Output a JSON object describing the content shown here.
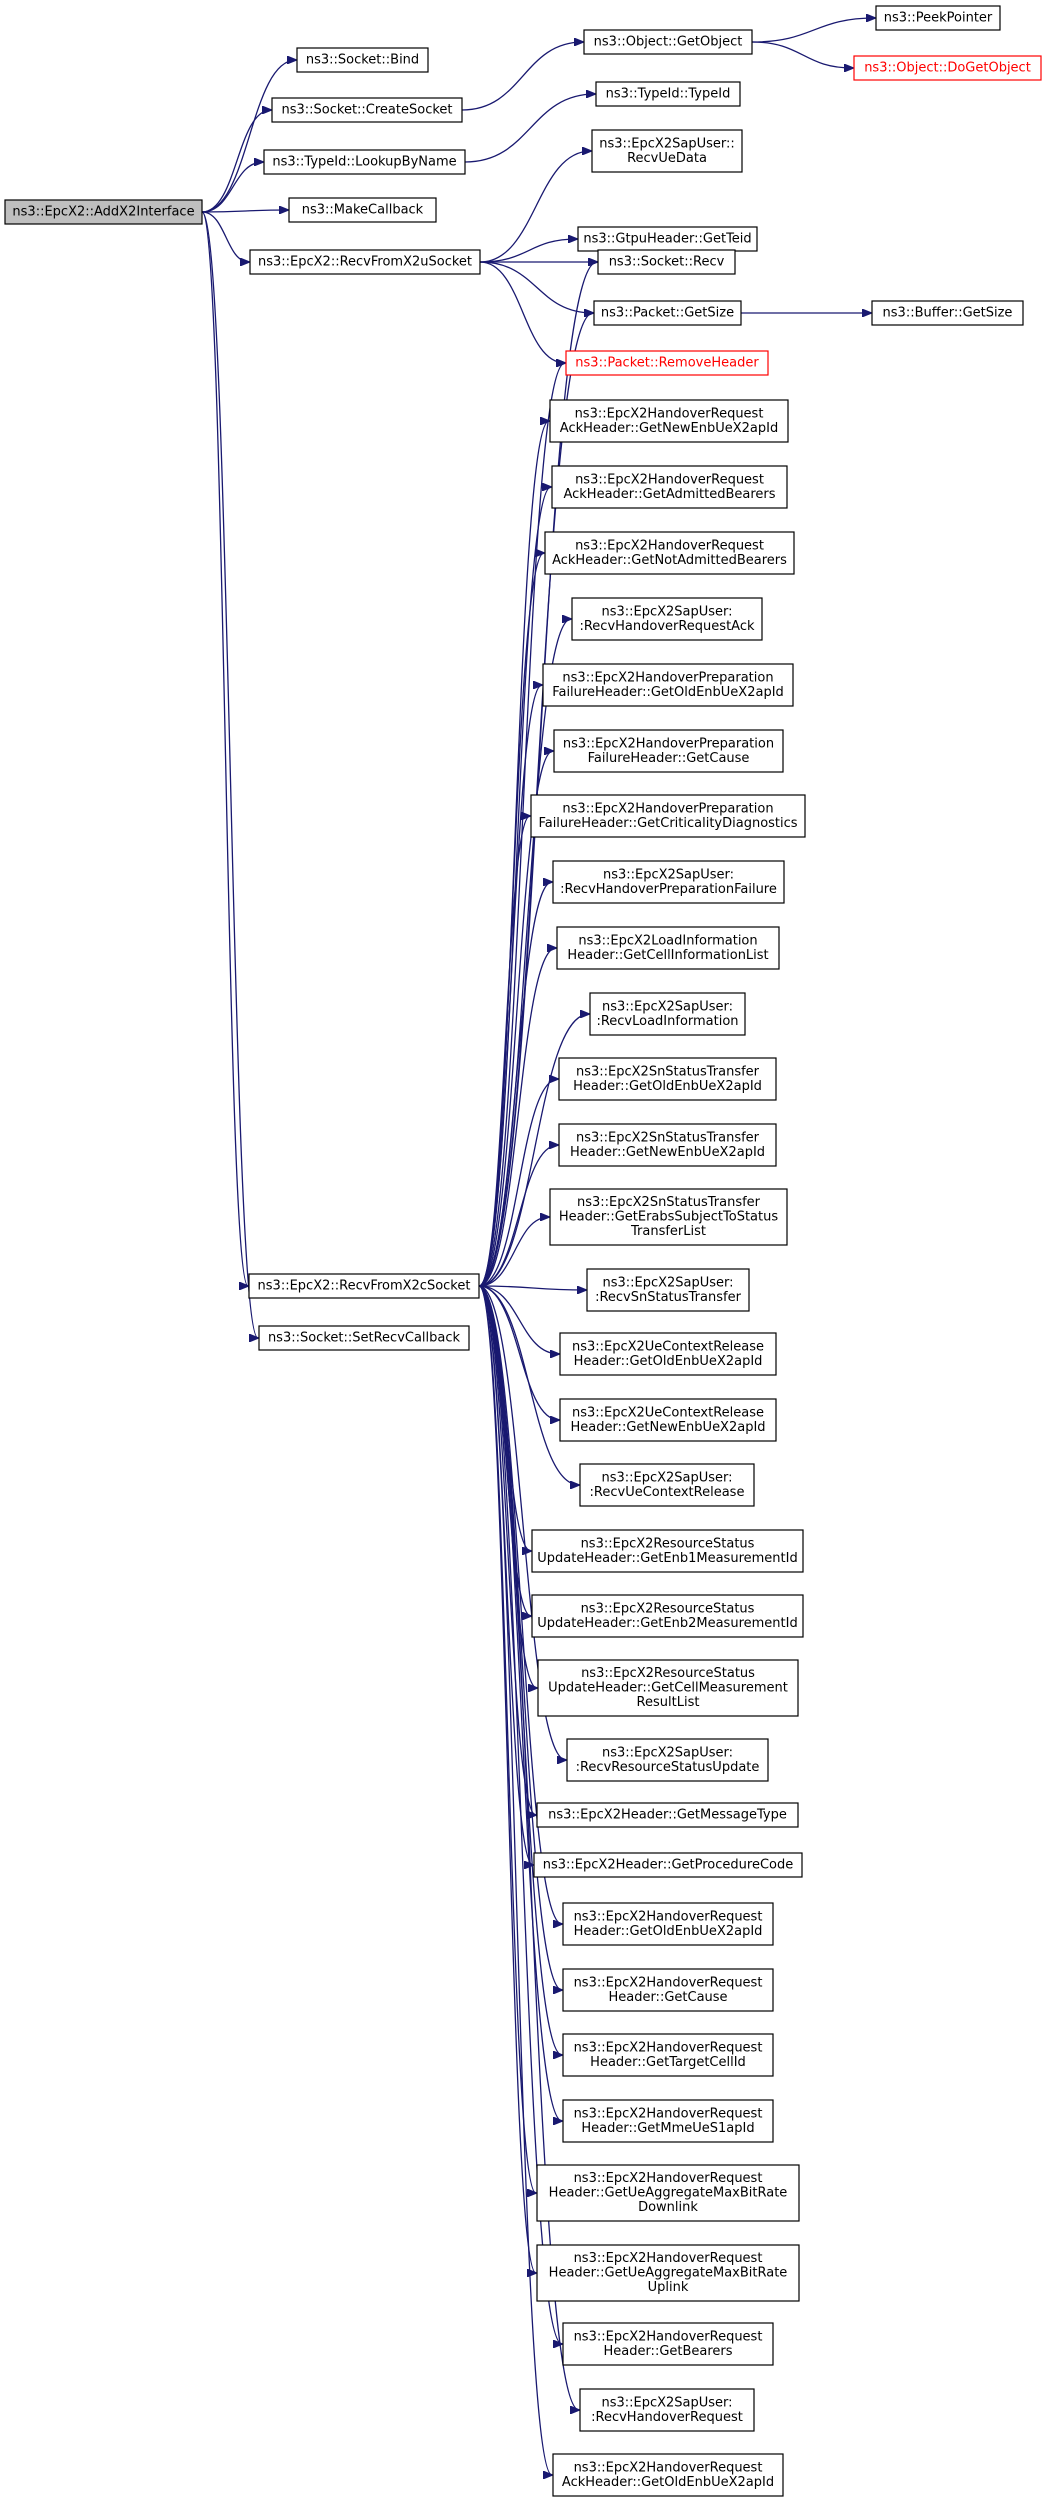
{
  "diagram": {
    "type": "call-graph",
    "colors": {
      "edge": "#191970",
      "root_fill": "#bfbfbf",
      "node_border": "#000000",
      "truncated_border": "#ff0000"
    },
    "nodes": [
      {
        "id": "addx2",
        "lines": [
          "ns3::EpcX2::AddX2Interface"
        ],
        "style": "root"
      },
      {
        "id": "bind",
        "lines": [
          "ns3::Socket::Bind"
        ]
      },
      {
        "id": "createsocket",
        "lines": [
          "ns3::Socket::CreateSocket"
        ]
      },
      {
        "id": "getobject",
        "lines": [
          "ns3::Object::GetObject"
        ]
      },
      {
        "id": "peekpointer",
        "lines": [
          "ns3::PeekPointer"
        ]
      },
      {
        "id": "dogetobject",
        "lines": [
          "ns3::Object::DoGetObject"
        ],
        "style": "truncated"
      },
      {
        "id": "typeid",
        "lines": [
          "ns3::TypeId::TypeId"
        ]
      },
      {
        "id": "lookupbyname",
        "lines": [
          "ns3::TypeId::LookupByName"
        ]
      },
      {
        "id": "recvuedata",
        "lines": [
          "ns3::EpcX2SapUser::",
          "RecvUeData"
        ]
      },
      {
        "id": "makecallback",
        "lines": [
          "ns3::MakeCallback"
        ]
      },
      {
        "id": "getteid",
        "lines": [
          "ns3::GtpuHeader::GetTeid"
        ]
      },
      {
        "id": "recvfromx2u",
        "lines": [
          "ns3::EpcX2::RecvFromX2uSocket"
        ]
      },
      {
        "id": "socketrecv",
        "lines": [
          "ns3::Socket::Recv"
        ]
      },
      {
        "id": "getsize",
        "lines": [
          "ns3::Packet::GetSize"
        ]
      },
      {
        "id": "buffergetsize",
        "lines": [
          "ns3::Buffer::GetSize"
        ]
      },
      {
        "id": "removeheader",
        "lines": [
          "ns3::Packet::RemoveHeader"
        ],
        "style": "truncated"
      },
      {
        "id": "t1",
        "lines": [
          "ns3::EpcX2HandoverRequest",
          "AckHeader::GetNewEnbUeX2apId"
        ]
      },
      {
        "id": "t2",
        "lines": [
          "ns3::EpcX2HandoverRequest",
          "AckHeader::GetAdmittedBearers"
        ]
      },
      {
        "id": "t3",
        "lines": [
          "ns3::EpcX2HandoverRequest",
          "AckHeader::GetNotAdmittedBearers"
        ]
      },
      {
        "id": "t4",
        "lines": [
          "ns3::EpcX2SapUser:",
          ":RecvHandoverRequestAck"
        ]
      },
      {
        "id": "t5",
        "lines": [
          "ns3::EpcX2HandoverPreparation",
          "FailureHeader::GetOldEnbUeX2apId"
        ]
      },
      {
        "id": "t6",
        "lines": [
          "ns3::EpcX2HandoverPreparation",
          "FailureHeader::GetCause"
        ]
      },
      {
        "id": "t7",
        "lines": [
          "ns3::EpcX2HandoverPreparation",
          "FailureHeader::GetCriticalityDiagnostics"
        ]
      },
      {
        "id": "t8",
        "lines": [
          "ns3::EpcX2SapUser:",
          ":RecvHandoverPreparationFailure"
        ]
      },
      {
        "id": "t9",
        "lines": [
          "ns3::EpcX2LoadInformation",
          "Header::GetCellInformationList"
        ]
      },
      {
        "id": "t10",
        "lines": [
          "ns3::EpcX2SapUser:",
          ":RecvLoadInformation"
        ]
      },
      {
        "id": "t11",
        "lines": [
          "ns3::EpcX2SnStatusTransfer",
          "Header::GetOldEnbUeX2apId"
        ]
      },
      {
        "id": "t12",
        "lines": [
          "ns3::EpcX2SnStatusTransfer",
          "Header::GetNewEnbUeX2apId"
        ]
      },
      {
        "id": "t13",
        "lines": [
          "ns3::EpcX2SnStatusTransfer",
          "Header::GetErabsSubjectToStatus",
          "TransferList"
        ]
      },
      {
        "id": "recvfromx2c",
        "lines": [
          "ns3::EpcX2::RecvFromX2cSocket"
        ]
      },
      {
        "id": "t14",
        "lines": [
          "ns3::EpcX2SapUser:",
          ":RecvSnStatusTransfer"
        ]
      },
      {
        "id": "setrecvcallback",
        "lines": [
          "ns3::Socket::SetRecvCallback"
        ]
      },
      {
        "id": "t15",
        "lines": [
          "ns3::EpcX2UeContextRelease",
          "Header::GetOldEnbUeX2apId"
        ]
      },
      {
        "id": "t16",
        "lines": [
          "ns3::EpcX2UeContextRelease",
          "Header::GetNewEnbUeX2apId"
        ]
      },
      {
        "id": "t17",
        "lines": [
          "ns3::EpcX2SapUser:",
          ":RecvUeContextRelease"
        ]
      },
      {
        "id": "t18",
        "lines": [
          "ns3::EpcX2ResourceStatus",
          "UpdateHeader::GetEnb1MeasurementId"
        ]
      },
      {
        "id": "t19",
        "lines": [
          "ns3::EpcX2ResourceStatus",
          "UpdateHeader::GetEnb2MeasurementId"
        ]
      },
      {
        "id": "t20",
        "lines": [
          "ns3::EpcX2ResourceStatus",
          "UpdateHeader::GetCellMeasurement",
          "ResultList"
        ]
      },
      {
        "id": "t21",
        "lines": [
          "ns3::EpcX2SapUser:",
          ":RecvResourceStatusUpdate"
        ]
      },
      {
        "id": "t22",
        "lines": [
          "ns3::EpcX2Header::GetMessageType"
        ]
      },
      {
        "id": "t23",
        "lines": [
          "ns3::EpcX2Header::GetProcedureCode"
        ]
      },
      {
        "id": "t24",
        "lines": [
          "ns3::EpcX2HandoverRequest",
          "Header::GetOldEnbUeX2apId"
        ]
      },
      {
        "id": "t25",
        "lines": [
          "ns3::EpcX2HandoverRequest",
          "Header::GetCause"
        ]
      },
      {
        "id": "t26",
        "lines": [
          "ns3::EpcX2HandoverRequest",
          "Header::GetTargetCellId"
        ]
      },
      {
        "id": "t27",
        "lines": [
          "ns3::EpcX2HandoverRequest",
          "Header::GetMmeUeS1apId"
        ]
      },
      {
        "id": "t28",
        "lines": [
          "ns3::EpcX2HandoverRequest",
          "Header::GetUeAggregateMaxBitRate",
          "Downlink"
        ]
      },
      {
        "id": "t29",
        "lines": [
          "ns3::EpcX2HandoverRequest",
          "Header::GetUeAggregateMaxBitRate",
          "Uplink"
        ]
      },
      {
        "id": "t30",
        "lines": [
          "ns3::EpcX2HandoverRequest",
          "Header::GetBearers"
        ]
      },
      {
        "id": "t31",
        "lines": [
          "ns3::EpcX2SapUser:",
          ":RecvHandoverRequest"
        ]
      },
      {
        "id": "t32",
        "lines": [
          "ns3::EpcX2HandoverRequest",
          "AckHeader::GetOldEnbUeX2apId"
        ]
      }
    ],
    "edges": [
      [
        "addx2",
        "bind"
      ],
      [
        "addx2",
        "createsocket"
      ],
      [
        "addx2",
        "lookupbyname"
      ],
      [
        "addx2",
        "makecallback"
      ],
      [
        "addx2",
        "recvfromx2u"
      ],
      [
        "addx2",
        "recvfromx2c"
      ],
      [
        "addx2",
        "setrecvcallback"
      ],
      [
        "createsocket",
        "getobject"
      ],
      [
        "getobject",
        "peekpointer"
      ],
      [
        "getobject",
        "dogetobject"
      ],
      [
        "lookupbyname",
        "typeid"
      ],
      [
        "recvfromx2u",
        "recvuedata"
      ],
      [
        "recvfromx2u",
        "getteid"
      ],
      [
        "recvfromx2u",
        "socketrecv"
      ],
      [
        "recvfromx2u",
        "getsize"
      ],
      [
        "recvfromx2u",
        "removeheader"
      ],
      [
        "getsize",
        "buffergetsize"
      ],
      [
        "recvfromx2c",
        "socketrecv"
      ],
      [
        "recvfromx2c",
        "getsize"
      ],
      [
        "recvfromx2c",
        "removeheader"
      ],
      [
        "recvfromx2c",
        "t1"
      ],
      [
        "recvfromx2c",
        "t2"
      ],
      [
        "recvfromx2c",
        "t3"
      ],
      [
        "recvfromx2c",
        "t4"
      ],
      [
        "recvfromx2c",
        "t5"
      ],
      [
        "recvfromx2c",
        "t6"
      ],
      [
        "recvfromx2c",
        "t7"
      ],
      [
        "recvfromx2c",
        "t8"
      ],
      [
        "recvfromx2c",
        "t9"
      ],
      [
        "recvfromx2c",
        "t10"
      ],
      [
        "recvfromx2c",
        "t11"
      ],
      [
        "recvfromx2c",
        "t12"
      ],
      [
        "recvfromx2c",
        "t13"
      ],
      [
        "recvfromx2c",
        "t14"
      ],
      [
        "recvfromx2c",
        "t15"
      ],
      [
        "recvfromx2c",
        "t16"
      ],
      [
        "recvfromx2c",
        "t17"
      ],
      [
        "recvfromx2c",
        "t18"
      ],
      [
        "recvfromx2c",
        "t19"
      ],
      [
        "recvfromx2c",
        "t20"
      ],
      [
        "recvfromx2c",
        "t21"
      ],
      [
        "recvfromx2c",
        "t22"
      ],
      [
        "recvfromx2c",
        "t23"
      ],
      [
        "recvfromx2c",
        "t24"
      ],
      [
        "recvfromx2c",
        "t25"
      ],
      [
        "recvfromx2c",
        "t26"
      ],
      [
        "recvfromx2c",
        "t27"
      ],
      [
        "recvfromx2c",
        "t28"
      ],
      [
        "recvfromx2c",
        "t29"
      ],
      [
        "recvfromx2c",
        "t30"
      ],
      [
        "recvfromx2c",
        "t31"
      ],
      [
        "recvfromx2c",
        "t32"
      ]
    ]
  }
}
